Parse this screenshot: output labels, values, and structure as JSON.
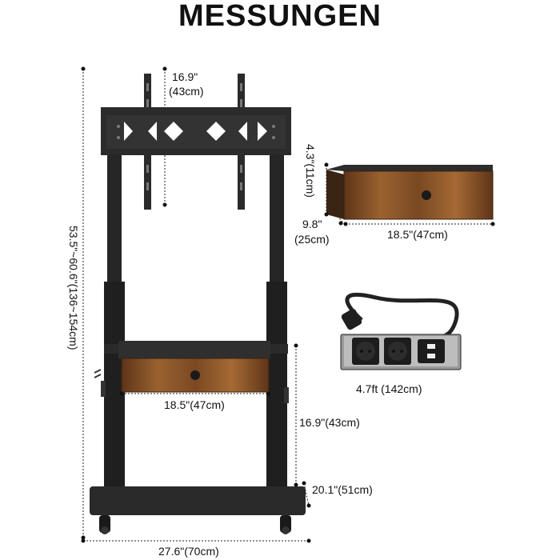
{
  "title": "MESSUNGEN",
  "colors": {
    "frame": "#2b2b2b",
    "frame_light": "#3a3a3a",
    "wood_dark": "#6a3c1c",
    "wood_light": "#a66b35",
    "dimension_line": "#222222"
  },
  "dimensions": {
    "vesa_spacing_in": "16.9\"",
    "vesa_spacing_cm": "(43cm)",
    "total_height": "53.5\"~60.6\"(136~154cm)",
    "drawer_height": "4.3\"(11cm)",
    "drawer_depth_in": "9.8\"",
    "drawer_depth_cm": "(25cm)",
    "drawer_width": "18.5\"(47cm)",
    "shelf_width": "18.5\"(47cm)",
    "shelf_height": "16.9\"(43cm)",
    "base_depth": "20.1\"(51cm)",
    "base_width": "27.6\"(70cm)",
    "cable_length": "4.7ft (142cm)"
  }
}
